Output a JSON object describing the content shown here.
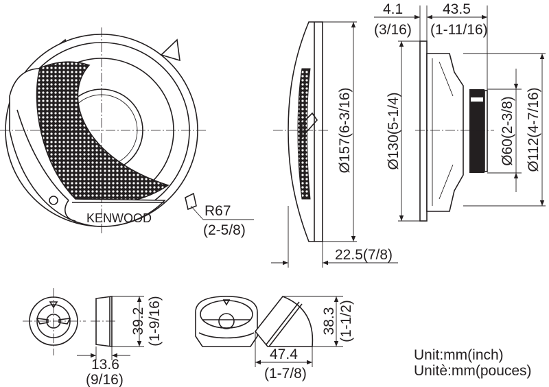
{
  "brand_logo": "KENWOOD",
  "front_view": {
    "radius_label": "R67",
    "radius_inch": "(2-5/8)"
  },
  "side_view": {
    "diameter_label": "Ø157(6-3/16)",
    "depth_label": "22.5(7/8)"
  },
  "profile_view": {
    "flange_label": "4.1",
    "flange_inch": "(3/16)",
    "depth_label": "43.5",
    "depth_inch": "(1-11/16)",
    "cutout_label": "Ø130(5-1/4)",
    "magnet_label": "Ø60(2-3/8)",
    "basket_label": "Ø112(4-7/16)"
  },
  "tweeter_flush": {
    "height_label": "39.2",
    "height_inch": "(1-9/16)",
    "depth_label": "13.6",
    "depth_inch": "(9/16)"
  },
  "tweeter_angled": {
    "height_label": "38.3",
    "height_inch": "(1-1/2)",
    "width_label": "47.4",
    "width_inch": "(1-7/8)"
  },
  "units": {
    "english": "Unit:mm(inch)",
    "french": "Unitè:mm(pouces)"
  }
}
